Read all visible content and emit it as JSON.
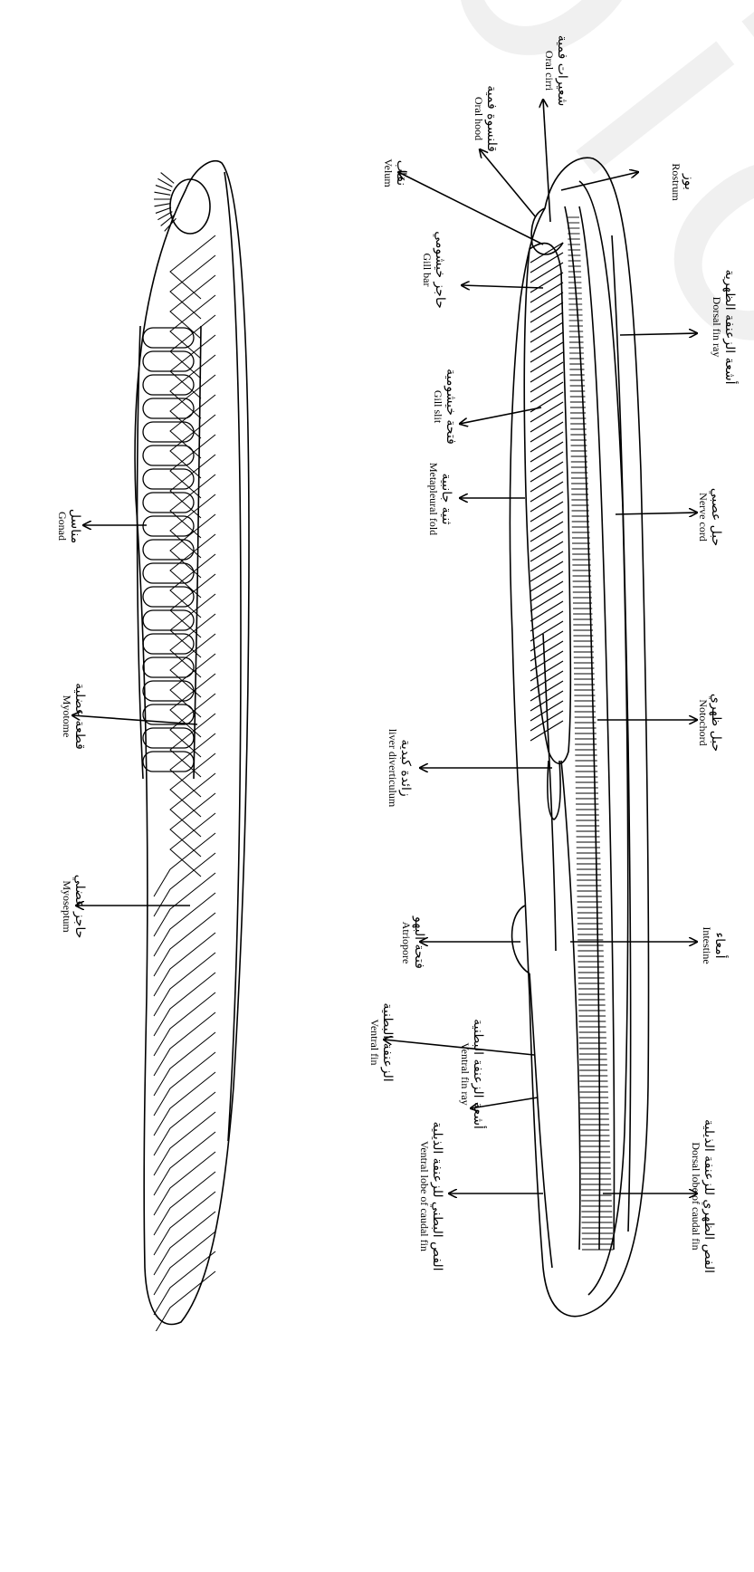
{
  "watermark": "biomedico",
  "labels": {
    "oral_cirri": {
      "ar": "شعيرات فمية",
      "en": "Oral cirri"
    },
    "oral_hood": {
      "ar": "قلنسوة فمية",
      "en": "Oral hood"
    },
    "velum": {
      "ar": "نقاب",
      "en": "Velum"
    },
    "rostrum": {
      "ar": "بوز",
      "en": "Rostrum"
    },
    "dorsal_fin_ray": {
      "ar": "أشعة الزعنفة الظهرية",
      "en": "Dorsal fin ray"
    },
    "gill_bar": {
      "ar": "حاجز خيشومي",
      "en": "Gill bar"
    },
    "gill_slit": {
      "ar": "فتحة خيشومية",
      "en": "Gill slit"
    },
    "nerve_cord": {
      "ar": "حبل عصبي",
      "en": "Nerve cord"
    },
    "metapleural_fold": {
      "ar": "ثنية جانبية",
      "en": "Metapleural fold"
    },
    "notochord": {
      "ar": "حبل ظهري",
      "en": "Notochord"
    },
    "liver_diverticulum": {
      "ar": "زائدة كبدية",
      "en": "liver diverticulum"
    },
    "atriopore": {
      "ar": "فتحة البهو",
      "en": "Atriopore"
    },
    "intestine": {
      "ar": "أمعاء",
      "en": "Intestine"
    },
    "ventral_fin": {
      "ar": "الزعنفة البطنية",
      "en": "Ventral fin"
    },
    "ventral_fin_ray": {
      "ar": "أشعة الزعنفة البطنية",
      "en": "Ventral fin ray"
    },
    "ventral_lobe": {
      "ar": "الفص البطني للزعنفة الذيلية",
      "en": "Ventral lobe of caudal fin"
    },
    "dorsal_lobe": {
      "ar": "الفص الظهري للزعنفة الذيلية",
      "en": "Dorsal lobe of caudal fin"
    },
    "gonad": {
      "ar": "مناسل",
      "en": "Gonad"
    },
    "myotome": {
      "ar": "قطعة عضلية",
      "en": "Myotome"
    },
    "myoseptum": {
      "ar": "حاجز عضلي",
      "en": "Myoseptum"
    }
  }
}
